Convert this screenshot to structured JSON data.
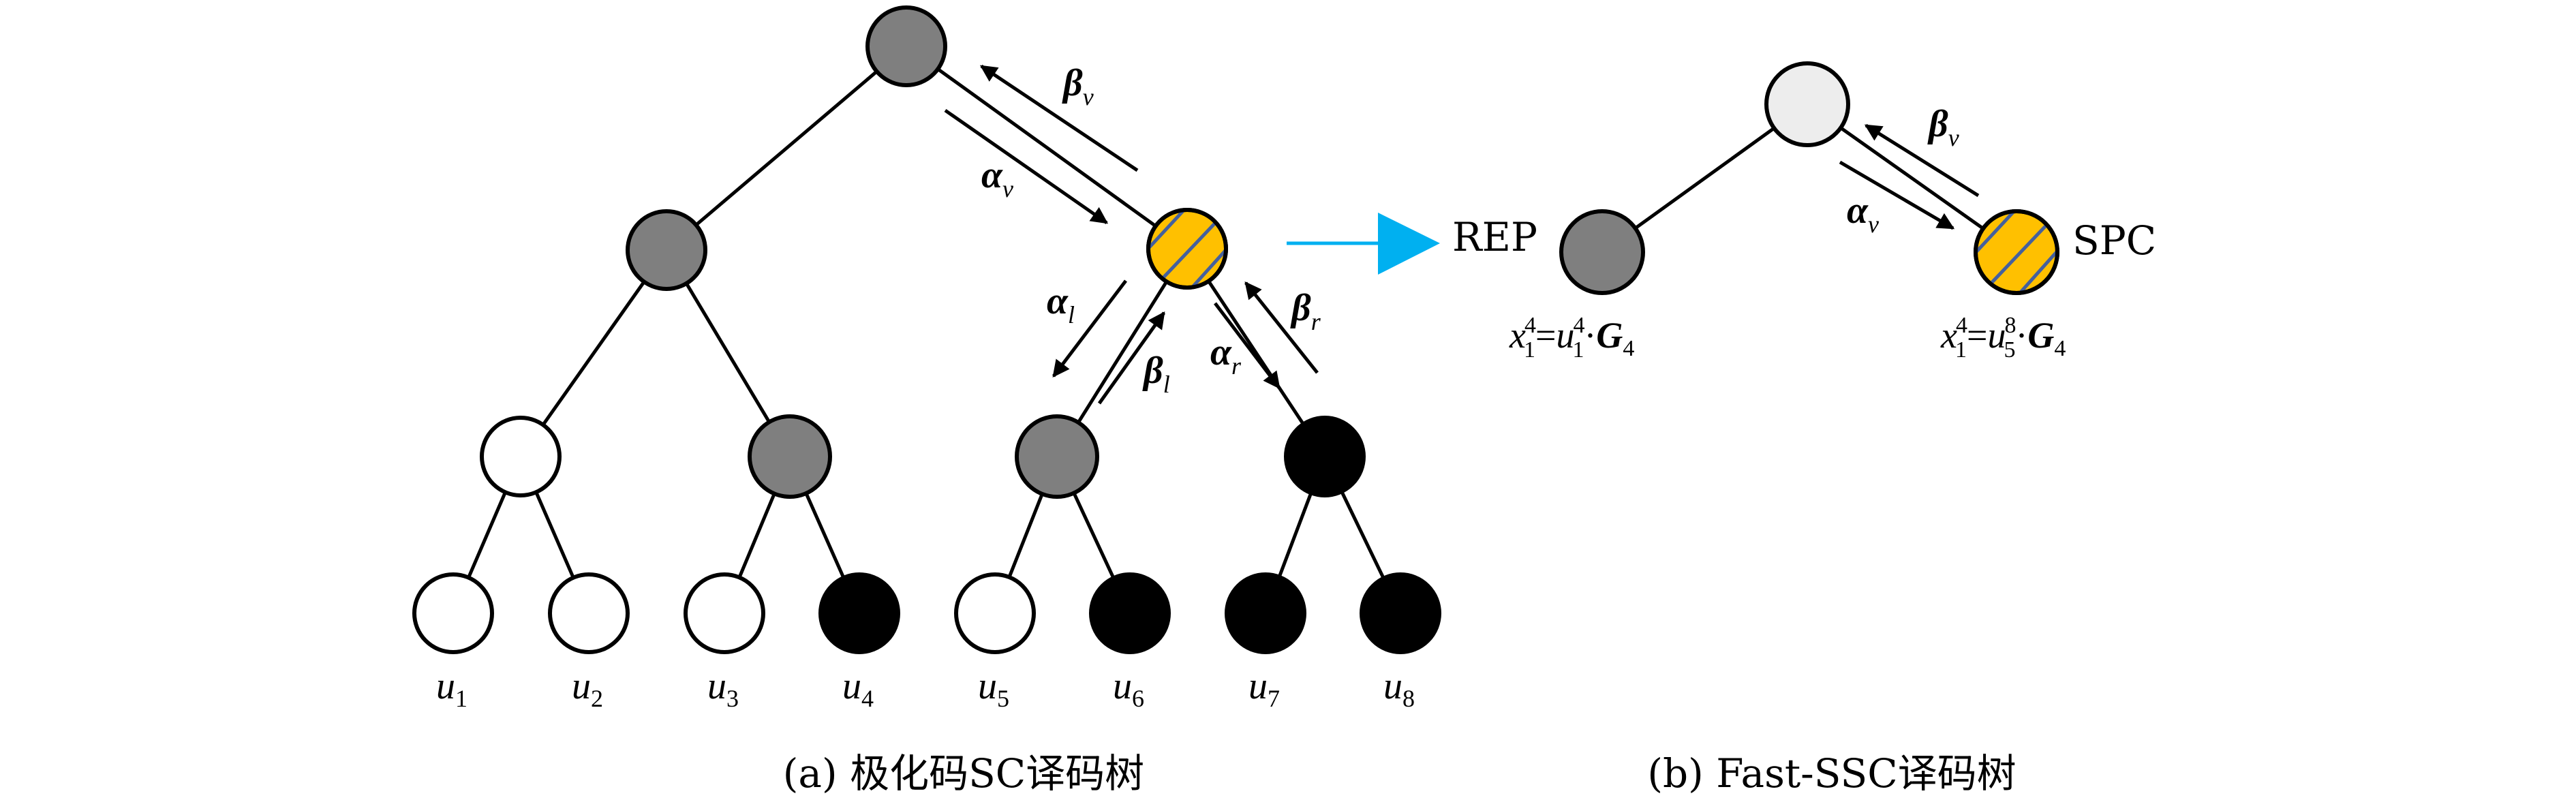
{
  "colors": {
    "dark_gray": "#7F7F7F",
    "white": "#FFFFFF",
    "black": "#000000",
    "yellow": "#FFC000",
    "light_gray": "#EDEDED",
    "hatch": "#44609E",
    "blue_arrow": "#00B0F0"
  },
  "tree_a": {
    "caption": "(a) 极化码SC译码树",
    "nodes": [
      {
        "id": "root",
        "fill": "dark_gray"
      },
      {
        "id": "l1-left",
        "fill": "dark_gray"
      },
      {
        "id": "l1-right",
        "fill": "yellow",
        "hatched": true
      },
      {
        "id": "l2-1",
        "fill": "white"
      },
      {
        "id": "l2-2",
        "fill": "dark_gray"
      },
      {
        "id": "l2-3",
        "fill": "dark_gray"
      },
      {
        "id": "l2-4",
        "fill": "black"
      },
      {
        "id": "leaf-1",
        "fill": "white"
      },
      {
        "id": "leaf-2",
        "fill": "white"
      },
      {
        "id": "leaf-3",
        "fill": "white"
      },
      {
        "id": "leaf-4",
        "fill": "black"
      },
      {
        "id": "leaf-5",
        "fill": "white"
      },
      {
        "id": "leaf-6",
        "fill": "black"
      },
      {
        "id": "leaf-7",
        "fill": "black"
      },
      {
        "id": "leaf-8",
        "fill": "black"
      }
    ],
    "leaf_labels": [
      {
        "base": "u",
        "sub": "1"
      },
      {
        "base": "u",
        "sub": "2"
      },
      {
        "base": "u",
        "sub": "3"
      },
      {
        "base": "u",
        "sub": "4"
      },
      {
        "base": "u",
        "sub": "5"
      },
      {
        "base": "u",
        "sub": "6"
      },
      {
        "base": "u",
        "sub": "7"
      },
      {
        "base": "u",
        "sub": "8"
      }
    ],
    "messages": {
      "beta_v": {
        "sym": "β",
        "sub": "v"
      },
      "alpha_v": {
        "sym": "α",
        "sub": "v"
      },
      "alpha_l": {
        "sym": "α",
        "sub": "l"
      },
      "beta_l": {
        "sym": "β",
        "sub": "l"
      },
      "alpha_r": {
        "sym": "α",
        "sub": "r"
      },
      "beta_r": {
        "sym": "β",
        "sub": "r"
      }
    }
  },
  "tree_b": {
    "caption": "(b) Fast-SSC译码树",
    "nodes": [
      {
        "id": "root",
        "fill": "light_gray"
      },
      {
        "id": "rep",
        "fill": "dark_gray",
        "label": "REP"
      },
      {
        "id": "spc",
        "fill": "yellow",
        "hatched": true,
        "label": "SPC"
      }
    ],
    "messages": {
      "beta_v": {
        "sym": "β",
        "sub": "v"
      },
      "alpha_v": {
        "sym": "α",
        "sub": "v"
      }
    },
    "formulas": {
      "rep": {
        "lhs": "x",
        "lhs_sub": "1",
        "lhs_sup": "4",
        "eq": "=",
        "u": "u",
        "u_sub": "1",
        "u_sup": "4",
        "dot": "·",
        "G": "G",
        "G_sub": "4"
      },
      "spc": {
        "lhs": "x",
        "lhs_sub": "1",
        "lhs_sup": "4",
        "eq": "=",
        "u": "u",
        "u_sub": "5",
        "u_sup": "8",
        "dot": "·",
        "G": "G",
        "G_sub": "4"
      }
    }
  }
}
